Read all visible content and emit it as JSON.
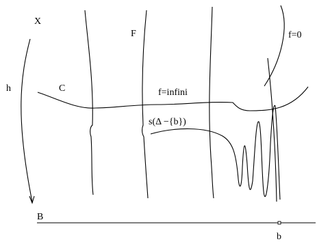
{
  "labels": {
    "X": "X",
    "h": "h",
    "C": "C",
    "F": "F",
    "f_zero": "f=0",
    "f_infini": "f=infini",
    "section": "s(Δ −{b})",
    "B": "B",
    "b": "b"
  }
}
